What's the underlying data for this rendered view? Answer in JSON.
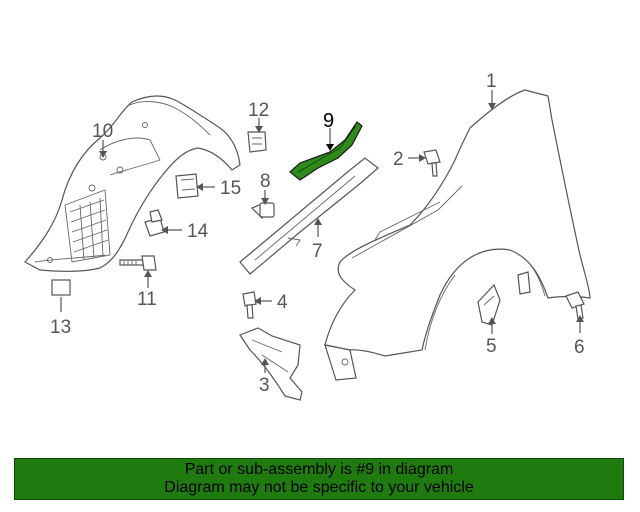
{
  "diagram": {
    "highlight_color": "#2e8b1a",
    "callouts": [
      {
        "id": "1",
        "label": "1"
      },
      {
        "id": "2",
        "label": "2"
      },
      {
        "id": "3",
        "label": "3"
      },
      {
        "id": "4",
        "label": "4"
      },
      {
        "id": "5",
        "label": "5"
      },
      {
        "id": "6",
        "label": "6"
      },
      {
        "id": "7",
        "label": "7"
      },
      {
        "id": "8",
        "label": "8"
      },
      {
        "id": "9",
        "label": "9",
        "highlighted": true
      },
      {
        "id": "10",
        "label": "10"
      },
      {
        "id": "11",
        "label": "11"
      },
      {
        "id": "12",
        "label": "12"
      },
      {
        "id": "13",
        "label": "13"
      },
      {
        "id": "14",
        "label": "14"
      },
      {
        "id": "15",
        "label": "15"
      }
    ]
  },
  "footer": {
    "background": "#1f7a0f",
    "line1": "Part or sub-assembly is #9 in diagram",
    "line2": "Diagram may not be specific to your vehicle"
  }
}
